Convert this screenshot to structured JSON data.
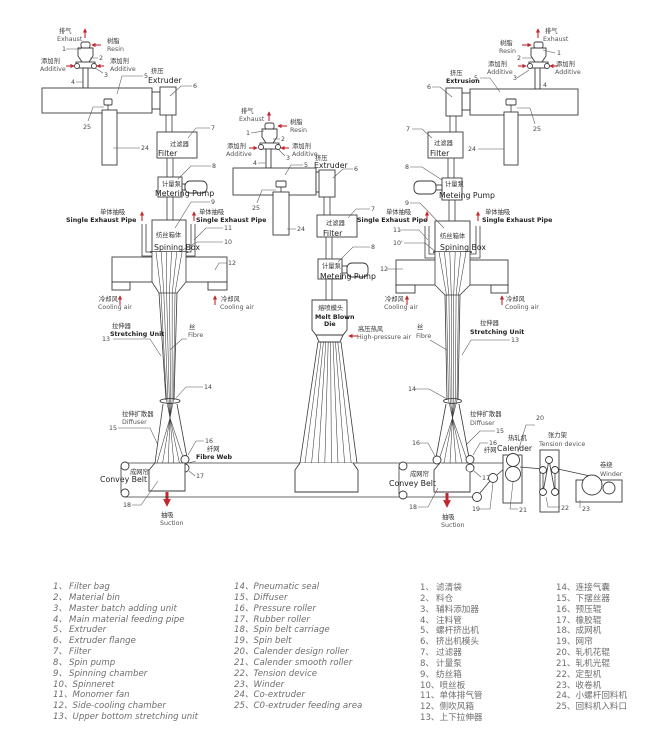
{
  "spunbond_1": {
    "exhaust": {
      "zh": "排气",
      "en": "Exhaust"
    },
    "resin": {
      "zh": "树脂",
      "en": "Resin"
    },
    "additive_left": {
      "zh": "添加剂",
      "en": "Additive"
    },
    "additive_right": {
      "zh": "添加剂",
      "en": "Additive"
    },
    "extruder": {
      "zh": "挤压",
      "en": "Extruder"
    },
    "filter": {
      "zh": "过滤器",
      "en": "Filter"
    },
    "metering_pump": {
      "zh": "计量泵",
      "en": "Metering Pump"
    },
    "exhaust_pipe_left": {
      "zh": "单体抽吸",
      "en": "Single Exhaust Pipe"
    },
    "exhaust_pipe_right": {
      "zh": "单体抽吸",
      "en": "Single Exhaust Pipe"
    },
    "spinning_box": {
      "zh": "纺丝箱体",
      "en": "Spining Box"
    },
    "cooling_air_left": {
      "zh": "冷却风",
      "en": "Cooling air"
    },
    "cooling_air_right": {
      "zh": "冷却风",
      "en": "Cooling air"
    },
    "stretching_unit": {
      "zh": "拉伸器",
      "en": "Stretching Unit"
    },
    "fibre": {
      "zh": "丝",
      "en": "Fibre"
    },
    "diffuser": {
      "zh": "拉伸扩散器",
      "en": "Diffuser"
    },
    "fibre_web": {
      "zh": "纤网",
      "en": "Fibre Web"
    },
    "convey_belt": {
      "zh": "成网帘",
      "en": "Convey Belt"
    },
    "suction": {
      "zh": "抽吸",
      "en": "Suction"
    },
    "callouts": {
      "p1": "1",
      "p2": "2",
      "p3": "3",
      "p4": "4",
      "p5": "5",
      "p6": "6",
      "p7": "7",
      "p8": "8",
      "p9": "9",
      "p10": "10",
      "p11": "11",
      "p12": "12",
      "p13": "13",
      "p14": "14",
      "p15": "15",
      "p16": "16",
      "p17": "17",
      "p18": "18",
      "p24": "24",
      "p25": "25"
    }
  },
  "meltblown": {
    "exhaust": {
      "zh": "排气",
      "en": "Exhaust"
    },
    "resin": {
      "zh": "树脂",
      "en": "Resin"
    },
    "additive_left": {
      "zh": "添加剂",
      "en": "Additive"
    },
    "additive_right": {
      "zh": "添加剂",
      "en": "Additive"
    },
    "extruder": {
      "zh": "挤压",
      "en": "Extruder"
    },
    "filter": {
      "zh": "过滤器",
      "en": "Filter"
    },
    "metering_pump": {
      "zh": "计量泵",
      "en": "Meteing Pump"
    },
    "die": {
      "zh": "熔喷模头",
      "en_line1": "Melt Blown",
      "en_line2": "Die"
    },
    "hot_air": {
      "zh": "高压热风",
      "en": "High-pressure air"
    },
    "callouts": {
      "p1": "1",
      "p2": "2",
      "p3": "3",
      "p4": "4",
      "p5": "5",
      "p6": "6",
      "p7": "7",
      "p8": "8",
      "p24": "24",
      "p25": "25"
    }
  },
  "spunbond_2": {
    "exhaust": {
      "zh": "排气",
      "en": "Exhaust"
    },
    "resin": {
      "zh": "树脂",
      "en": "Resin"
    },
    "additive_left": {
      "zh": "添加剂",
      "en": "Additive"
    },
    "additive_right": {
      "zh": "添加剂",
      "en": "Additive"
    },
    "extruder": {
      "zh": "挤压",
      "en": "Extrusion"
    },
    "filter": {
      "zh": "过滤器",
      "en": "Filter"
    },
    "metering_pump": {
      "zh": "计量泵",
      "en": "Meteing Pump"
    },
    "exhaust_pipe_left": {
      "zh": "单体抽吸",
      "en": "Single Exhaust Pipe"
    },
    "exhaust_pipe_right": {
      "zh": "单体抽吸",
      "en": "Single Exhaust Pipe"
    },
    "spinning_box": {
      "zh": "纺丝箱体",
      "en": "Spining Box"
    },
    "cooling_air_left": {
      "zh": "冷却风",
      "en": "Cooling air"
    },
    "cooling_air_right": {
      "zh": "冷却风",
      "en": "Cooling air"
    },
    "stretching_unit": {
      "zh": "拉伸器",
      "en": "Stretching Unit"
    },
    "fibre": {
      "zh": "丝",
      "en": "Fibre"
    },
    "diffuser": {
      "zh": "拉伸扩散器",
      "en": "Diffuser"
    },
    "fibre_web": {
      "zh": "纤网",
      "en": ""
    },
    "convey_belt": {
      "zh": "成网帘",
      "en": "Convey Belt"
    },
    "suction": {
      "zh": "抽吸",
      "en": "Suction"
    },
    "calender": {
      "zh": "热轧机",
      "en": "Calender"
    },
    "tension_device": {
      "zh": "张力架",
      "en": "Tension device"
    },
    "winder": {
      "zh": "卷绕",
      "en": "Winder"
    },
    "callouts": {
      "p1": "1",
      "p2": "2",
      "p3": "3",
      "p4": "4",
      "p5": "5",
      "p6": "6",
      "p7": "7",
      "p8": "8",
      "p9": "9",
      "p10": "10'",
      "p11": "11",
      "p12": "12",
      "p13": "13",
      "p14": "14",
      "p15": "15",
      "p16a": "16",
      "p16b": "16",
      "p17": "17",
      "p18": "18",
      "p19": "19",
      "p20": "20",
      "p21": "21",
      "p22": "22",
      "p23": "23",
      "p24": "24",
      "p25": "25"
    }
  },
  "legend": {
    "english": [
      {
        "num": "1、",
        "text": "Filter bag"
      },
      {
        "num": "2、",
        "text": "Material bin"
      },
      {
        "num": "3、",
        "text": "Master batch adding unit"
      },
      {
        "num": "4、",
        "text": "Main material feeding pipe"
      },
      {
        "num": "5、",
        "text": "Extruder"
      },
      {
        "num": "6、",
        "text": "Extruder flange"
      },
      {
        "num": "7、",
        "text": "Filter"
      },
      {
        "num": "8、",
        "text": "Spin pump"
      },
      {
        "num": "9、",
        "text": "Spinning chamber"
      },
      {
        "num": "10、",
        "text": "Spinneret"
      },
      {
        "num": "11、",
        "text": "Monomer fan"
      },
      {
        "num": "12、",
        "text": "Side-cooling chamber"
      },
      {
        "num": "13、",
        "text": "Upper bottom stretching unit"
      },
      {
        "num": "14、",
        "text": "Pneumatic seal"
      },
      {
        "num": "15、",
        "text": "Diffuser"
      },
      {
        "num": "16、",
        "text": "Pressure roller"
      },
      {
        "num": "17、",
        "text": "Rubber roller"
      },
      {
        "num": "18、",
        "text": "Spin belt carriage"
      },
      {
        "num": "19、",
        "text": "Spin belt"
      },
      {
        "num": "20、",
        "text": "Calender design roller"
      },
      {
        "num": "21、",
        "text": "Calender smooth roller"
      },
      {
        "num": "22、",
        "text": "Tension device"
      },
      {
        "num": "23、",
        "text": "Winder"
      },
      {
        "num": "24、",
        "text": "Co-extruder"
      },
      {
        "num": "25、",
        "text": "C0-extruder feeding area"
      }
    ],
    "chinese": [
      {
        "num": "1、",
        "text": "滤清袋"
      },
      {
        "num": "2、",
        "text": "料仓"
      },
      {
        "num": "3、",
        "text": "辅料添加器"
      },
      {
        "num": "4、",
        "text": "注料管"
      },
      {
        "num": "5、",
        "text": "螺杆挤出机"
      },
      {
        "num": "6、",
        "text": "挤出机模头"
      },
      {
        "num": "7、",
        "text": "过滤器"
      },
      {
        "num": "8、",
        "text": "计量泵"
      },
      {
        "num": "9、",
        "text": "纺丝箱"
      },
      {
        "num": "10、",
        "text": "喷丝板"
      },
      {
        "num": "11、",
        "text": "单体排气管"
      },
      {
        "num": "12、",
        "text": "侧吹风箱"
      },
      {
        "num": "13、",
        "text": "上下拉伸器"
      },
      {
        "num": "14、",
        "text": "连接气囊"
      },
      {
        "num": "15、",
        "text": "下摆丝器"
      },
      {
        "num": "16、",
        "text": "预压辊"
      },
      {
        "num": "17、",
        "text": "橡胶辊"
      },
      {
        "num": "18、",
        "text": "成网机"
      },
      {
        "num": "19、",
        "text": "网帘"
      },
      {
        "num": "20、",
        "text": "轧机花辊"
      },
      {
        "num": "21、",
        "text": "轧机光辊"
      },
      {
        "num": "22、",
        "text": "定型机"
      },
      {
        "num": "23、",
        "text": "收卷机"
      },
      {
        "num": "24、",
        "text": "小螺杆回料机"
      },
      {
        "num": "25、",
        "text": "回料机入料口"
      }
    ]
  },
  "colors": {
    "line": "#3a3a3a",
    "arrow": "#c1272d",
    "legend_text": "#6e6e6e"
  }
}
